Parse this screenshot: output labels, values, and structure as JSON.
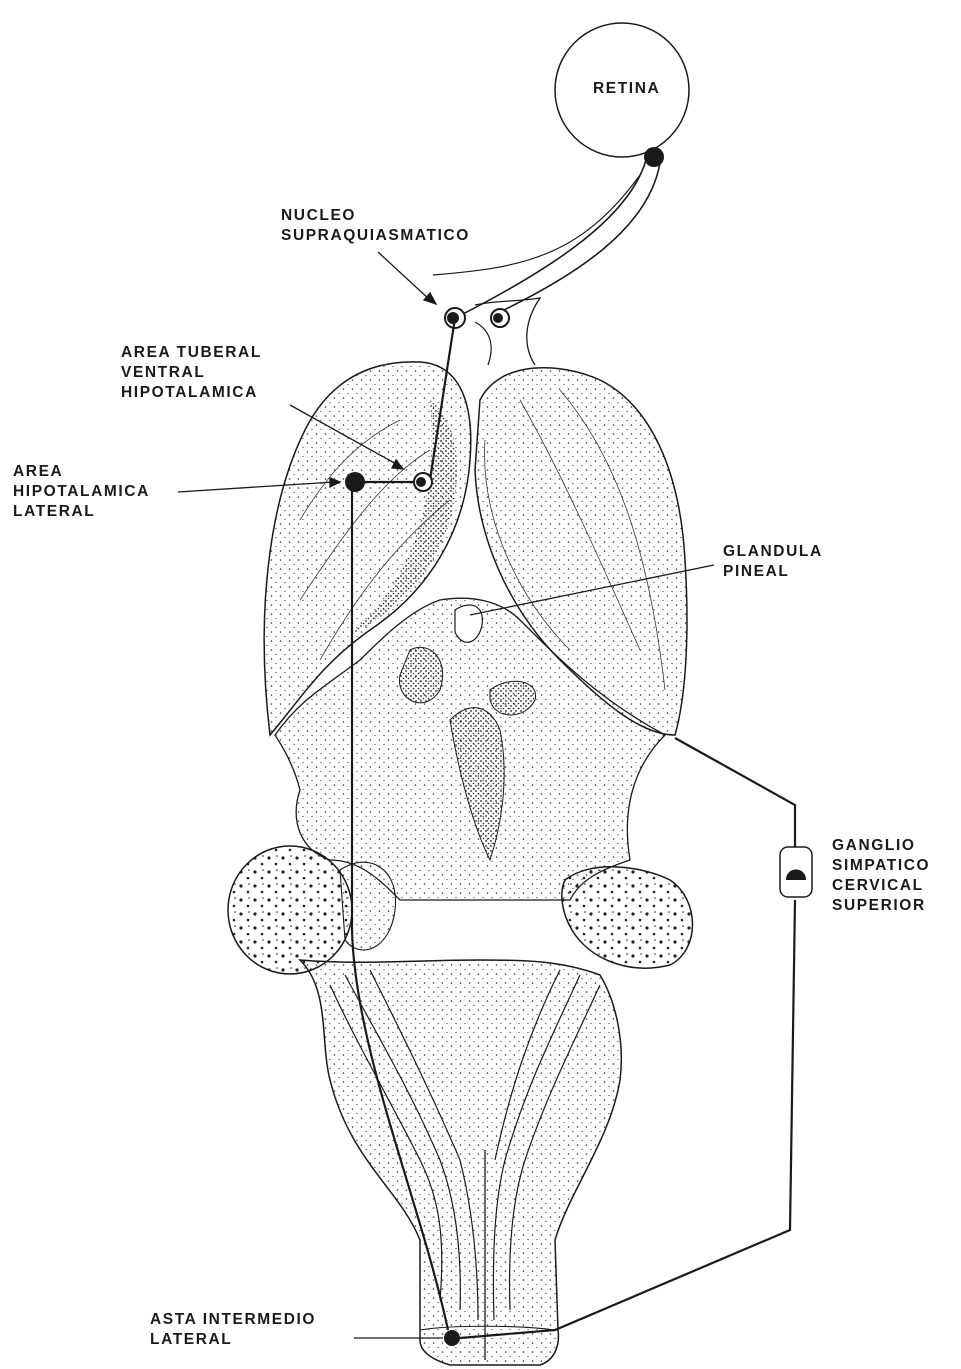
{
  "labels": {
    "retina": "RETINA",
    "nucleo": [
      "NUCLEO",
      "SUPRAQUIASMATICO"
    ],
    "area_tuberal": [
      "AREA TUBERAL",
      "VENTRAL",
      "HIPOTALAMICA"
    ],
    "area_lateral": [
      "AREA",
      "HIPOTALAMICA",
      "LATERAL"
    ],
    "glandula": [
      "GLANDULA",
      "PINEAL"
    ],
    "ganglio": [
      "GANGLIO",
      "SIMPATICO",
      "CERVICAL",
      "SUPERIOR"
    ],
    "asta": [
      "ASTA INTERMEDIO",
      "LATERAL"
    ]
  },
  "colors": {
    "ink": "#1a1a1a",
    "paper": "#ffffff",
    "stipple": "#2a2a2a"
  }
}
